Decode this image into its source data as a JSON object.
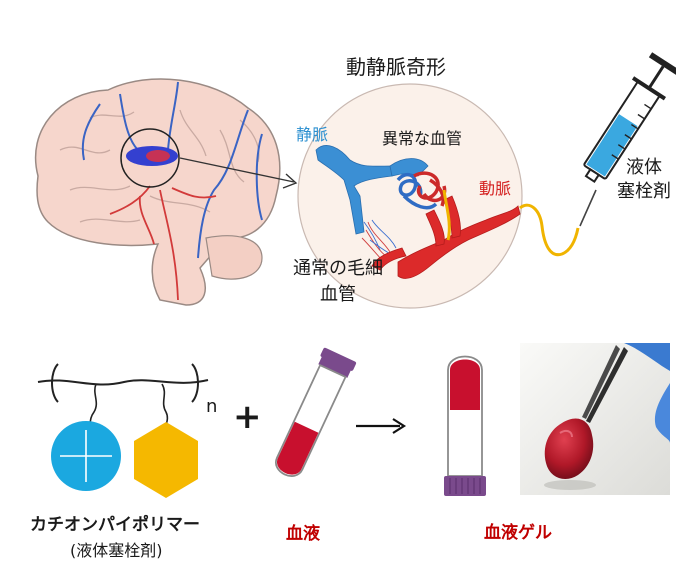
{
  "title": "動静脈奇形",
  "labels": {
    "vein": "静脈",
    "abnormal_vessel": "異常な血管",
    "artery": "動脈",
    "embolic_line1": "液体",
    "embolic_line2": "塞栓剤",
    "normal_line1": "通常の毛細",
    "normal_line2": "血管"
  },
  "bottom": {
    "polymer_name": "カチオンパイポリマー",
    "polymer_sub": "(液体塞栓剤)",
    "repeat_subscript": "n",
    "plus": "+",
    "blood": "血液",
    "blood_gel": "血液ゲル"
  },
  "colors": {
    "artery_red": "#d42020",
    "vein_blue": "#2b8fd0",
    "polymer_circle": "#1ba8e0",
    "polymer_hexagon": "#f5b800",
    "tube_cap": "#7a4a8c",
    "syringe_liquid": "#3aa8e0",
    "label_red": "#c00000"
  }
}
